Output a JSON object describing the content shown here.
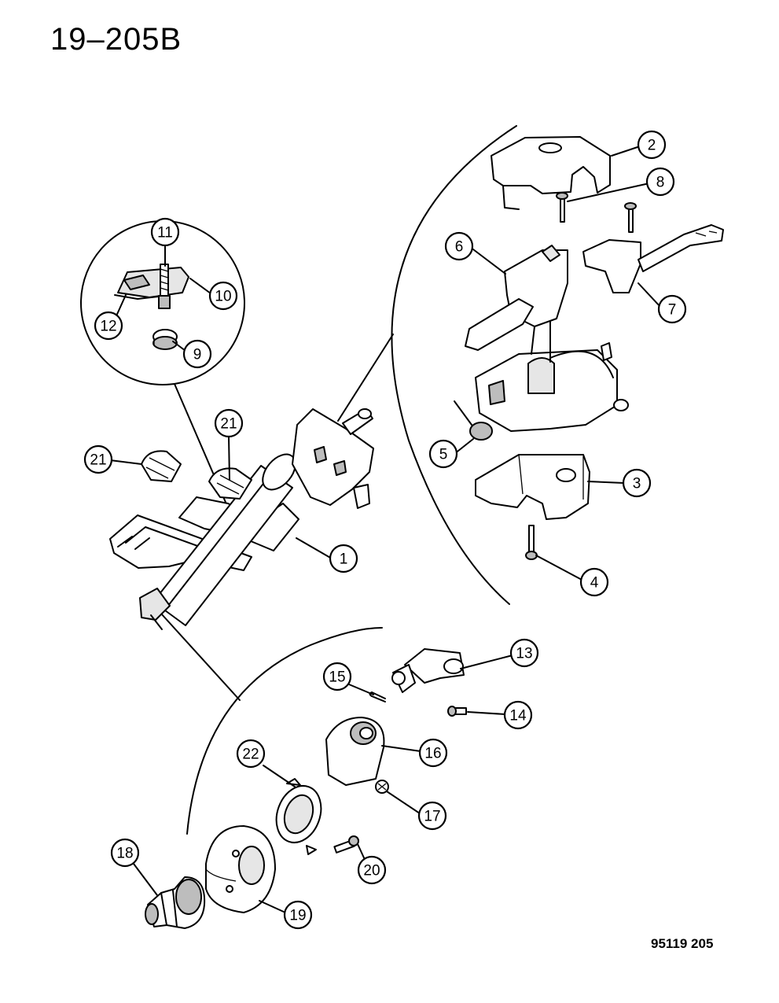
{
  "title": "19–205B",
  "figure_code": "95119 205",
  "callouts": [
    "1",
    "2",
    "3",
    "4",
    "5",
    "6",
    "7",
    "8",
    "9",
    "10",
    "11",
    "12",
    "13",
    "14",
    "15",
    "16",
    "17",
    "18",
    "19",
    "20",
    "21",
    "21",
    "22"
  ]
}
